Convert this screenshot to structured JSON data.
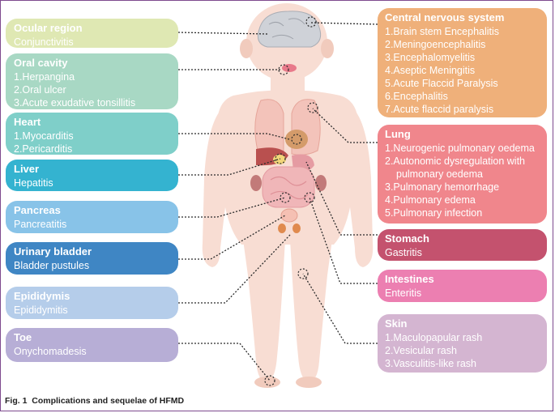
{
  "caption": {
    "label": "Fig. 1",
    "text": "Complications and sequelae of HFMD"
  },
  "left_boxes": [
    {
      "title": "Ocular region",
      "items": [
        "Conjunctivitis"
      ],
      "color": "#dfe8b3"
    },
    {
      "title": "Oral cavity",
      "items": [
        "1.Herpangina",
        "2.Oral ulcer",
        "3.Acute exudative tonsillitis"
      ],
      "color": "#a8d8c4"
    },
    {
      "title": "Heart",
      "items": [
        "1.Myocarditis",
        "2.Pericarditis"
      ],
      "color": "#7fcfc9"
    },
    {
      "title": "Liver",
      "items": [
        "Hepatitis"
      ],
      "color": "#34b3d0"
    },
    {
      "title": "Pancreas",
      "items": [
        "Pancreatitis"
      ],
      "color": "#88c3e8"
    },
    {
      "title": "Urinary bladder",
      "items": [
        "Bladder pustules"
      ],
      "color": "#3f86c4"
    },
    {
      "title": "Epididymis",
      "items": [
        "Epididymitis"
      ],
      "color": "#b5cdea"
    },
    {
      "title": "Toe",
      "items": [
        "Onychomadesis"
      ],
      "color": "#b7aed6"
    }
  ],
  "right_boxes": [
    {
      "title": "Central nervous system",
      "items": [
        "1.Brain stem Encephalitis",
        "2.Meningoencephalitis",
        "3.Encephalomyelitis",
        "4.Aseptic Meningitis",
        "5.Acute Flaccid Paralysis",
        "6.Encephalitis",
        "7.Acute flaccid paralysis"
      ],
      "color": "#efb07a"
    },
    {
      "title": "Lung",
      "items": [
        "1.Neurogenic pulmonary oedema",
        "2.Autonomic dysregulation with",
        "   pulmonary oedema",
        "3.Pulmonary hemorrhage",
        "4.Pulmonary edema",
        "5.Pulmonary infection"
      ],
      "color": "#f0868c"
    },
    {
      "title": "Stomach",
      "items": [
        "Gastritis"
      ],
      "color": "#c4526e"
    },
    {
      "title": "Intestines",
      "items": [
        "Enteritis"
      ],
      "color": "#ec7fb1"
    },
    {
      "title": "Skin",
      "items": [
        "1.Maculopapular rash",
        "2.Vesicular rash",
        "3.Vasculitis-like rash"
      ],
      "color": "#d4b5d1"
    }
  ],
  "colors": {
    "skin": "#f8ddd3",
    "skin_shade": "#f1cbbd",
    "brain": "#cfd2d8",
    "frame": "#7e4a8e"
  }
}
